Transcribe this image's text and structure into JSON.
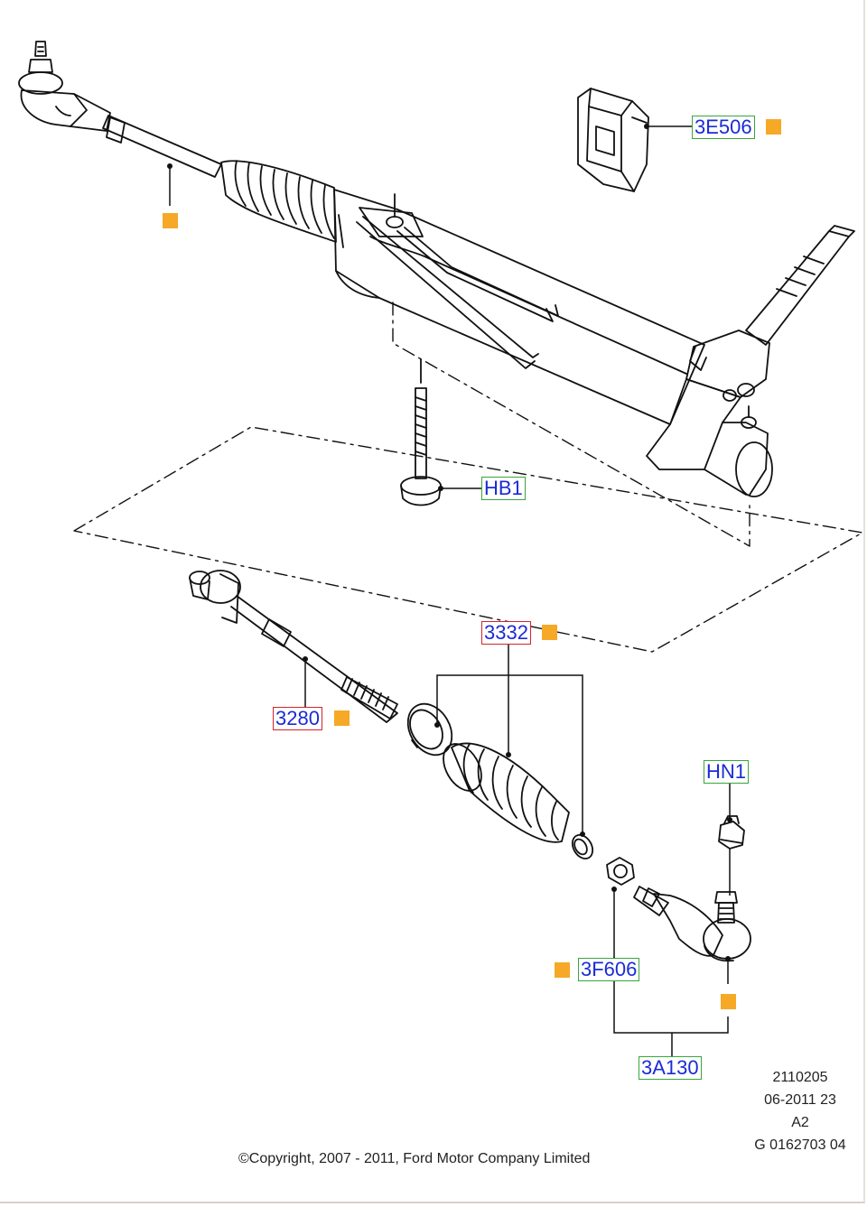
{
  "callouts": {
    "c3E506": "3E506",
    "cHB1": "HB1",
    "c3332": "3332",
    "c3280": "3280",
    "cHN1": "HN1",
    "c3F606": "3F606",
    "c3A130": "3A130"
  },
  "stamp": {
    "line1": "2110205",
    "line2": "06-2011 23",
    "line3": "A2",
    "line4": "G 0162703 04"
  },
  "copyright": "©Copyright, 2007 - 2011, Ford Motor Company Limited",
  "colors": {
    "callout_text": "#1a2bd6",
    "green_border": "#3aa53a",
    "red_border": "#d4242b",
    "marker": "#f5a927"
  }
}
